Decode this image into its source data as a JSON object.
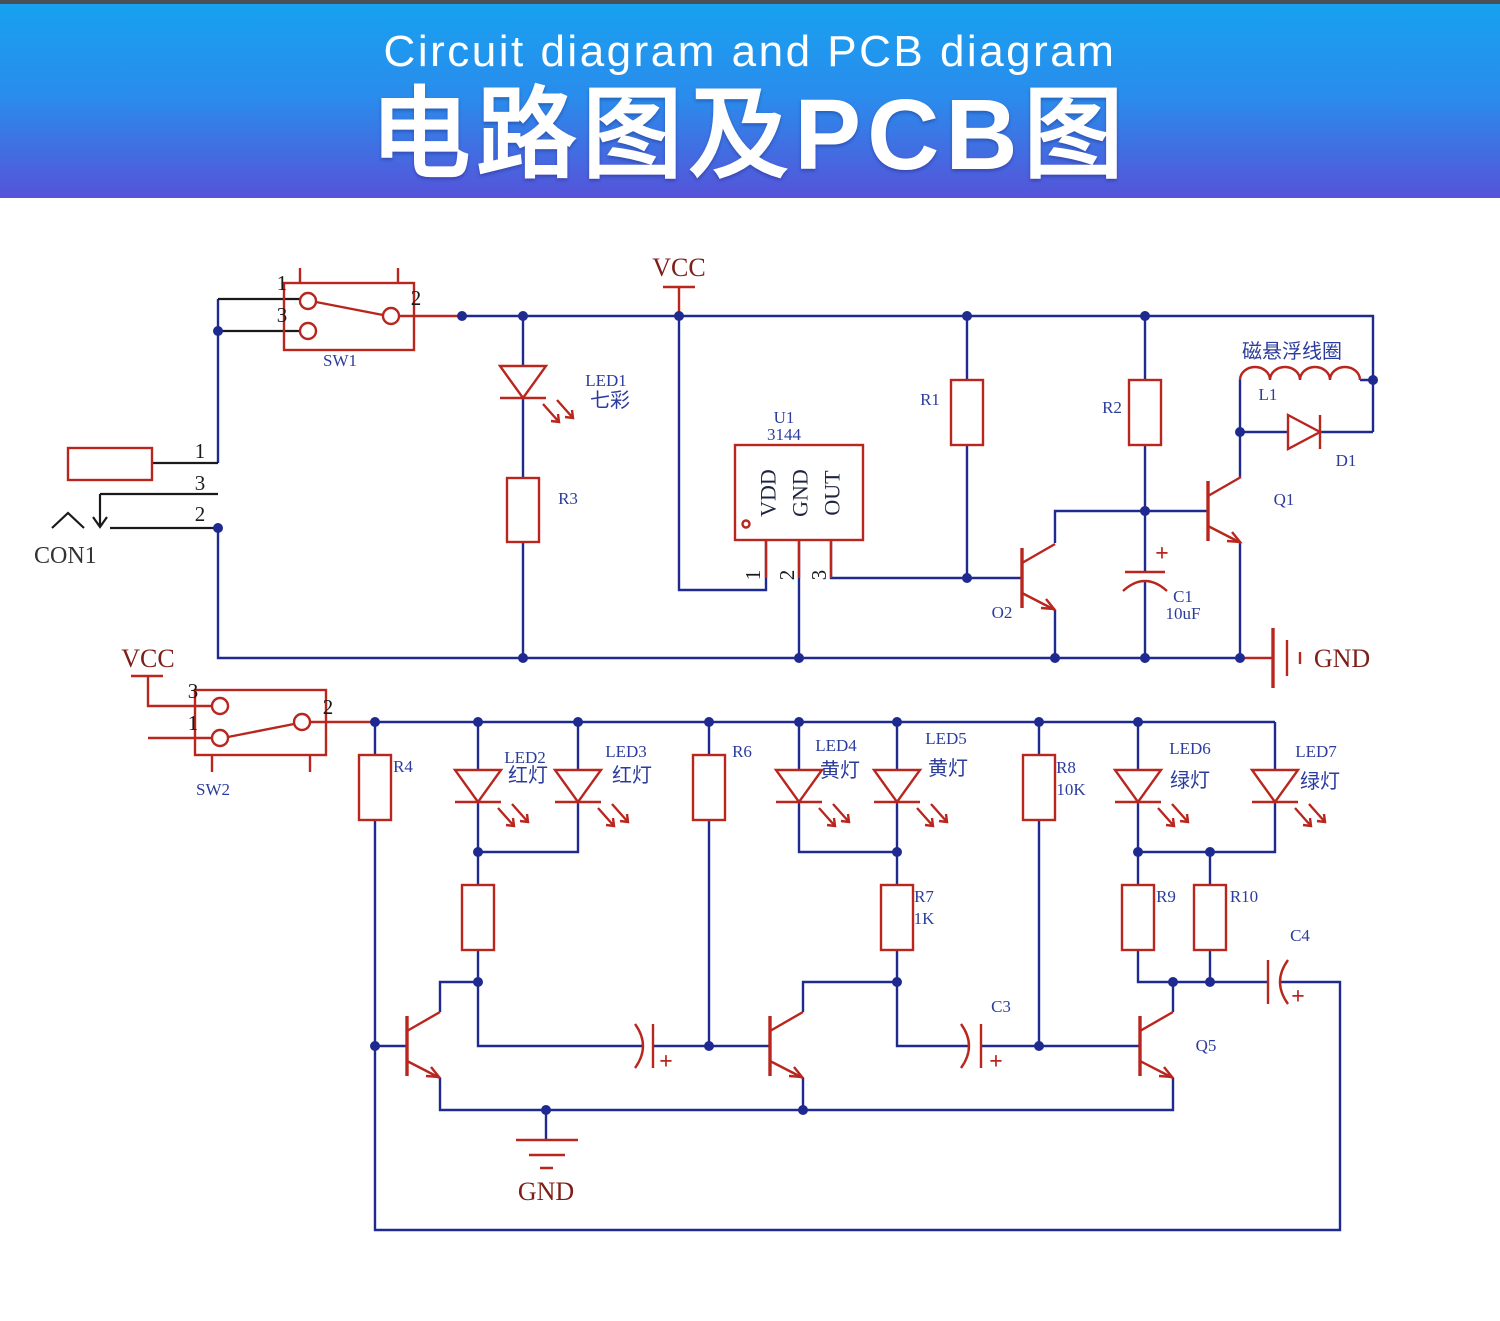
{
  "header": {
    "title_en": "Circuit diagram and PCB diagram",
    "title_cn": "电路图及PCB图"
  },
  "colors": {
    "header_top": "#17a1f0",
    "header_bottom": "#5653d9",
    "wire": "#1e2a8f",
    "component": "#b8261e",
    "label": "#2c3c9c",
    "power_label": "#7d1f18",
    "pin_number": "#1a1a1a"
  },
  "top_circuit": {
    "vcc": "VCC",
    "sw1": {
      "name": "SW1",
      "pin_1": "1",
      "pin_2": "2",
      "pin_3": "3"
    },
    "con1": {
      "name": "CON1",
      "pin_1": "1",
      "pin_2": "2",
      "pin_3": "3"
    },
    "led1": {
      "name": "LED1",
      "note": "七彩"
    },
    "r1": "R1",
    "r2": "R2",
    "r3": "R3",
    "u1": {
      "name": "U1",
      "part": "3144",
      "pin_vdd": "VDD",
      "pin_gnd": "GND",
      "pin_out": "OUT",
      "pin_1": "1",
      "pin_2": "2",
      "pin_3": "3"
    },
    "l1": {
      "caption": "磁悬浮线圈",
      "name": "L1"
    },
    "d1": "D1",
    "q1": "Q1",
    "q2": "O2",
    "c1": {
      "name": "C1",
      "value": "10uF",
      "polarity": "+"
    },
    "gnd": "GND"
  },
  "bottom_circuit": {
    "vcc": "VCC",
    "sw2": {
      "name": "SW2",
      "pin_1": "1",
      "pin_2": "2",
      "pin_3": "3"
    },
    "r4": "R4",
    "r6": "R6",
    "r7": {
      "name": "R7",
      "value": "1K"
    },
    "r8": {
      "name": "R8",
      "value": "10K"
    },
    "r9": "R9",
    "r10": "R10",
    "led2": {
      "name": "LED2",
      "note": "红灯"
    },
    "led3": {
      "name": "LED3",
      "note": "红灯"
    },
    "led4": {
      "name": "LED4",
      "note": "黄灯"
    },
    "led5": {
      "name": "LED5",
      "note": "黄灯"
    },
    "led6": {
      "name": "LED6",
      "note": "绿灯"
    },
    "led7": {
      "name": "LED7",
      "note": "绿灯"
    },
    "c2": {
      "polarity": "+"
    },
    "c3": {
      "name": "C3",
      "polarity": "+"
    },
    "c4": {
      "name": "C4",
      "polarity": "+"
    },
    "q5": "Q5",
    "gnd": "GND"
  }
}
